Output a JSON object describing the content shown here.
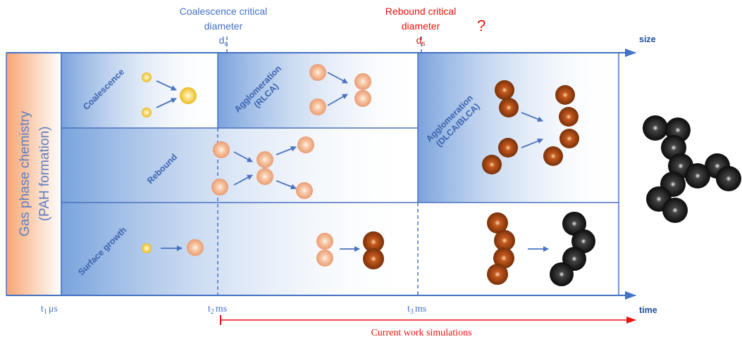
{
  "side_label": {
    "line1": "Gas phase chemistry",
    "line2": "(PAH formation)"
  },
  "annotations": {
    "coalescence_critical": {
      "line1": "Coalescence critical",
      "line2": "diameter",
      "symbol": "d",
      "subscript": "c"
    },
    "rebound_critical": {
      "line1": "Rebound critical",
      "line2": "diameter",
      "symbol": "d",
      "subscript": "s"
    },
    "question_mark": "?"
  },
  "axes": {
    "size_label": "size",
    "time_label": "time",
    "ticks": [
      {
        "t": "t",
        "sub": "1",
        "unit": "μs"
      },
      {
        "t": "t",
        "sub": "2",
        "unit": "ms"
      },
      {
        "t": "t",
        "sub": "3",
        "unit": "ms"
      }
    ]
  },
  "regimes": {
    "coalescence": "Coalescence",
    "agglomeration_rlca": {
      "line1": "Agglomeration",
      "line2": "(RLCA)"
    },
    "agglomeration_dlca": {
      "line1": "Agglomeration",
      "line2": "(DLCA/BLCA)"
    },
    "rebound": "Rebound",
    "surface_growth": "Surface growth"
  },
  "simulations_label": "Current work simulations",
  "colors": {
    "axis_blue": "#4472c4",
    "grid_blue": "#4a72c0",
    "red": "#e8120c",
    "gas_phase_orange": "#f7a673",
    "particle_yellow": "#f2c21a",
    "particle_peach": "#f0a679",
    "particle_brown": "#a84410",
    "particle_black": "#111111"
  }
}
